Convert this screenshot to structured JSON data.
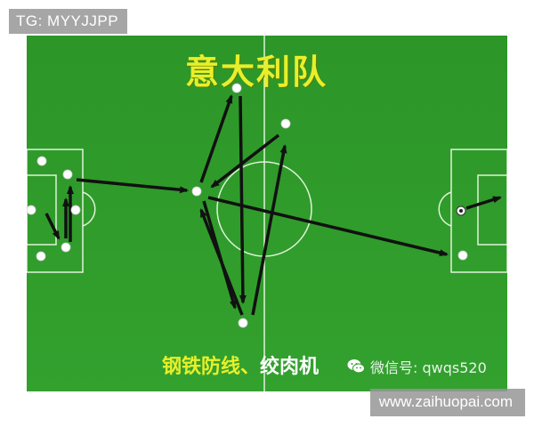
{
  "watermarks": {
    "top": "TG: MYYJJPP",
    "bottom": "www.zaihuopai.com"
  },
  "diagram": {
    "title": "意大利队",
    "caption_part1": "钢铁防线、",
    "caption_part2": "绞肉机",
    "wechat_label": "微信号: qwqs520",
    "wechat_icon": "wechat-icon",
    "colors": {
      "pitch_green": "#2f9a2a",
      "line_white": "#ffffff",
      "arrow_black": "#111111",
      "title_yellow": "#e8ef2a"
    }
  }
}
